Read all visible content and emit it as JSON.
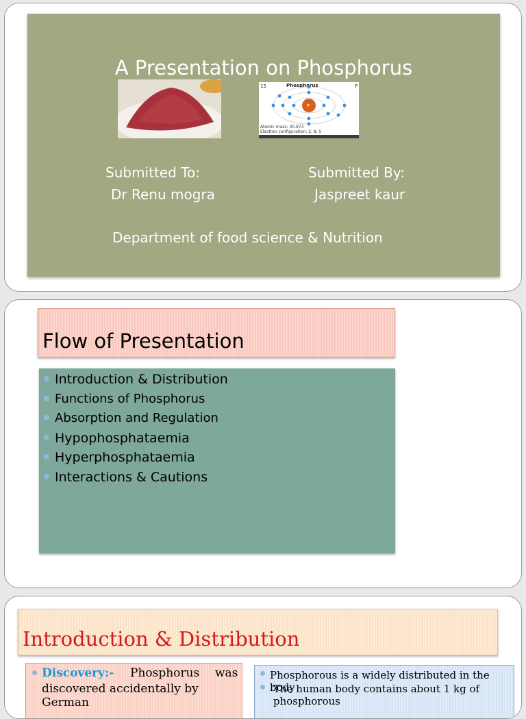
{
  "slide1": {
    "title": "A Presentation on Phosphorus",
    "submitted_to_label": "Submitted To:",
    "submitted_to_name": "Dr Renu mogra",
    "submitted_by_label": "Submitted  By:",
    "submitted_by_name": "Jaspreet kaur",
    "department": "Department of food science & Nutrition",
    "atom_card": {
      "number": "15",
      "symbol": "P",
      "name": "Phosphorus",
      "nucleus": "P",
      "atomic_mass": "Atomic mass: 30.973",
      "electron_config": "Electron configuration: 2, 8, 5"
    }
  },
  "slide2": {
    "title": "Flow of Presentation",
    "items": [
      "Introduction & Distribution",
      "Functions of Phosphorus",
      "Absorption and Regulation",
      "Hypophosphataemia",
      "Hyperphosphataemia",
      "Interactions & Cautions"
    ]
  },
  "slide3": {
    "title": "Introduction & Distribution",
    "discovery_label": "Discovery:-",
    "discovery_line1_word1": "Phosphorus",
    "discovery_line1_word2": "was",
    "discovery_line2": "discovered accidentally by German",
    "right_items": [
      "Phosphorous is a widely distributed in the body",
      "The human body contains about 1 kg of phosphorous"
    ]
  },
  "colors": {
    "title_slide_bg": "#a1a882",
    "flow_list_bg": "#7ea89c",
    "intro_title_text": "#d31a1a",
    "discovery_label": "#1a9ad6"
  }
}
